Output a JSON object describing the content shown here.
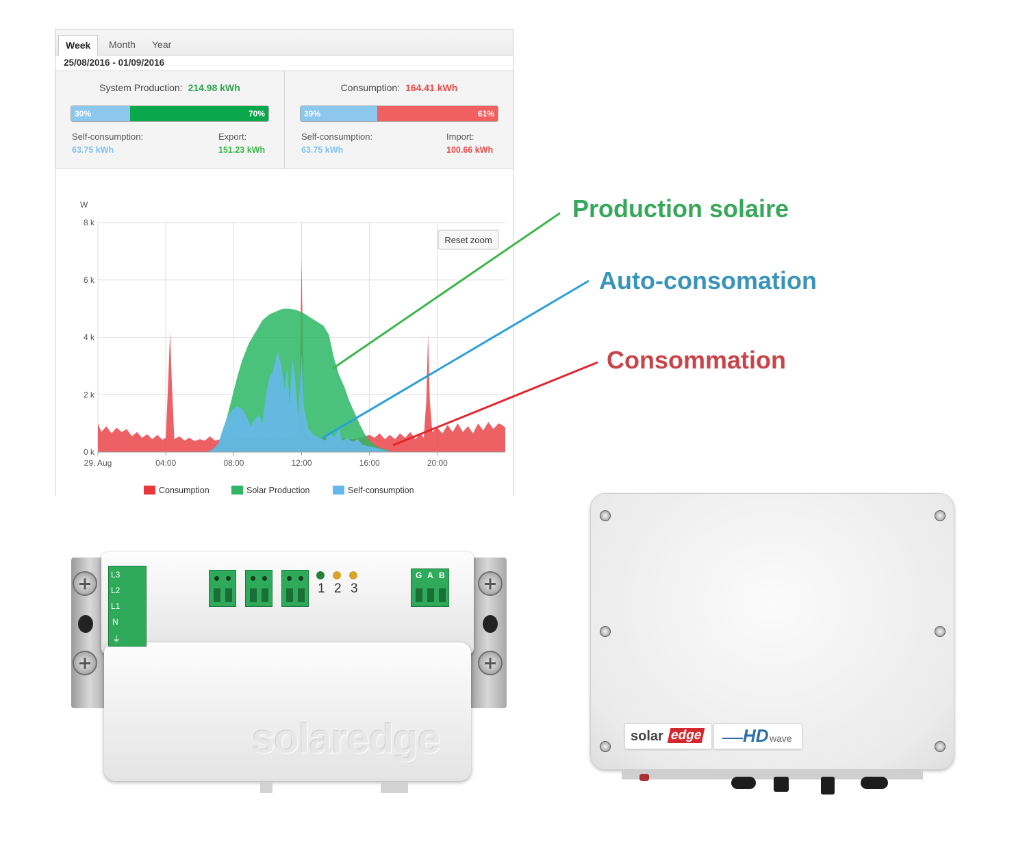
{
  "tabs": [
    {
      "label": "Week",
      "active": true
    },
    {
      "label": "Month",
      "active": false
    },
    {
      "label": "Year",
      "active": false
    }
  ],
  "date_range": "25/08/2016 - 01/09/2016",
  "production": {
    "title": "System Production:",
    "total": "214.98 kWh",
    "bar_left_pct": "30%",
    "bar_right_pct": "70%",
    "self_label": "Self-consumption:",
    "self_value": "63.75 kWh",
    "export_label": "Export:",
    "export_value": "151.23 kWh"
  },
  "consumption": {
    "title": "Consumption:",
    "total": "164.41 kWh",
    "bar_left_pct": "39%",
    "bar_right_pct": "61%",
    "self_label": "Self-consumption:",
    "self_value": "63.75 kWh",
    "import_label": "Import:",
    "import_value": "100.66 kWh"
  },
  "reset_zoom_label": "Reset zoom",
  "colors": {
    "consumption": "#e8383d",
    "solar": "#2cb764",
    "self": "#66b8ea",
    "ann_green": "#37a85a",
    "ann_blue": "#3a94b9",
    "ann_red": "#c94449"
  },
  "annotations": {
    "production": "Production solaire",
    "self": "Auto-consomation",
    "consumption": "Consommation"
  },
  "meter": {
    "terminal_labels": [
      "L3",
      "L2",
      "L1",
      "N",
      "⏚"
    ],
    "led_labels": [
      "1",
      "2",
      "3"
    ],
    "gab_labels": [
      "G",
      "A",
      "B"
    ],
    "brand": "solaredge"
  },
  "inverter": {
    "brand_left": "solar",
    "brand_right": "edge",
    "hd": "HD",
    "wave": "wave"
  },
  "chart_data": {
    "type": "area",
    "ylabel": "W",
    "yticks": [
      "0 k",
      "2 k",
      "4 k",
      "6 k",
      "8 k"
    ],
    "ylim": [
      0,
      8000
    ],
    "xlim": [
      0,
      24
    ],
    "xticks": [
      {
        "h": 0,
        "label": "29. Aug"
      },
      {
        "h": 4,
        "label": "04:00"
      },
      {
        "h": 8,
        "label": "08:00"
      },
      {
        "h": 12,
        "label": "12:00"
      },
      {
        "h": 16,
        "label": "16:00"
      },
      {
        "h": 20,
        "label": "20:00"
      }
    ],
    "grid": true,
    "legend_position": "bottom",
    "series": [
      {
        "name": "Consumption",
        "color": "#e8383d",
        "points": [
          [
            0,
            1000
          ],
          [
            0.2,
            700
          ],
          [
            0.5,
            900
          ],
          [
            0.8,
            650
          ],
          [
            1.1,
            850
          ],
          [
            1.4,
            700
          ],
          [
            1.7,
            800
          ],
          [
            2.0,
            550
          ],
          [
            2.3,
            700
          ],
          [
            2.6,
            500
          ],
          [
            2.9,
            620
          ],
          [
            3.2,
            450
          ],
          [
            3.5,
            600
          ],
          [
            3.8,
            430
          ],
          [
            4.0,
            500
          ],
          [
            4.15,
            2600
          ],
          [
            4.25,
            4200
          ],
          [
            4.35,
            2500
          ],
          [
            4.5,
            450
          ],
          [
            4.8,
            550
          ],
          [
            5.1,
            400
          ],
          [
            5.4,
            500
          ],
          [
            5.7,
            380
          ],
          [
            6.0,
            450
          ],
          [
            6.3,
            400
          ],
          [
            6.6,
            550
          ],
          [
            6.9,
            400
          ],
          [
            7.2,
            450
          ],
          [
            7.5,
            500
          ],
          [
            7.8,
            400
          ],
          [
            8.2,
            500
          ],
          [
            8.6,
            450
          ],
          [
            9.0,
            500
          ],
          [
            9.5,
            450
          ],
          [
            10.0,
            500
          ],
          [
            10.5,
            450
          ],
          [
            11.0,
            500
          ],
          [
            11.5,
            450
          ],
          [
            11.85,
            700
          ],
          [
            12.0,
            6700
          ],
          [
            12.15,
            700
          ],
          [
            12.5,
            500
          ],
          [
            13.0,
            450
          ],
          [
            13.5,
            500
          ],
          [
            14.0,
            450
          ],
          [
            14.5,
            500
          ],
          [
            15.0,
            450
          ],
          [
            15.5,
            500
          ],
          [
            16.0,
            600
          ],
          [
            16.3,
            500
          ],
          [
            16.6,
            650
          ],
          [
            16.9,
            450
          ],
          [
            17.2,
            600
          ],
          [
            17.5,
            450
          ],
          [
            17.8,
            650
          ],
          [
            18.1,
            500
          ],
          [
            18.4,
            700
          ],
          [
            18.7,
            450
          ],
          [
            19.0,
            650
          ],
          [
            19.2,
            500
          ],
          [
            19.35,
            1800
          ],
          [
            19.45,
            4150
          ],
          [
            19.55,
            1800
          ],
          [
            19.7,
            700
          ],
          [
            20.0,
            850
          ],
          [
            20.3,
            650
          ],
          [
            20.6,
            950
          ],
          [
            20.9,
            700
          ],
          [
            21.2,
            1000
          ],
          [
            21.5,
            700
          ],
          [
            21.8,
            900
          ],
          [
            22.1,
            650
          ],
          [
            22.4,
            1000
          ],
          [
            22.7,
            750
          ],
          [
            23.0,
            1050
          ],
          [
            23.3,
            800
          ],
          [
            23.6,
            1000
          ],
          [
            23.8,
            950
          ],
          [
            24.0,
            850
          ]
        ]
      },
      {
        "name": "Solar Production",
        "color": "#2cb764",
        "points": [
          [
            6.4,
            0
          ],
          [
            6.8,
            100
          ],
          [
            7.1,
            300
          ],
          [
            7.3,
            600
          ],
          [
            7.6,
            1200
          ],
          [
            7.9,
            1900
          ],
          [
            8.2,
            2600
          ],
          [
            8.5,
            3200
          ],
          [
            8.9,
            3800
          ],
          [
            9.3,
            4200
          ],
          [
            9.7,
            4600
          ],
          [
            10.1,
            4800
          ],
          [
            10.5,
            4900
          ],
          [
            10.9,
            5000
          ],
          [
            11.3,
            5000
          ],
          [
            11.7,
            4950
          ],
          [
            12.1,
            4850
          ],
          [
            12.5,
            4700
          ],
          [
            12.9,
            4550
          ],
          [
            13.3,
            4400
          ],
          [
            13.6,
            4100
          ],
          [
            13.9,
            3300
          ],
          [
            14.2,
            2700
          ],
          [
            14.5,
            2300
          ],
          [
            14.8,
            1800
          ],
          [
            15.1,
            1400
          ],
          [
            15.4,
            1000
          ],
          [
            15.7,
            650
          ],
          [
            16.0,
            400
          ],
          [
            16.3,
            250
          ],
          [
            16.6,
            150
          ],
          [
            17.0,
            80
          ],
          [
            17.3,
            0
          ]
        ]
      },
      {
        "name": "Self-consumption",
        "color": "#66b8ea",
        "points": [
          [
            6.4,
            0
          ],
          [
            6.8,
            100
          ],
          [
            7.1,
            300
          ],
          [
            7.3,
            700
          ],
          [
            7.6,
            1200
          ],
          [
            7.9,
            1450
          ],
          [
            8.2,
            1600
          ],
          [
            8.5,
            1500
          ],
          [
            8.8,
            1200
          ],
          [
            9.0,
            900
          ],
          [
            9.2,
            1100
          ],
          [
            9.5,
            1300
          ],
          [
            9.7,
            1000
          ],
          [
            9.9,
            2000
          ],
          [
            10.1,
            2600
          ],
          [
            10.3,
            2800
          ],
          [
            10.5,
            3300
          ],
          [
            10.6,
            3500
          ],
          [
            10.8,
            3000
          ],
          [
            11.0,
            2200
          ],
          [
            11.15,
            3000
          ],
          [
            11.3,
            1600
          ],
          [
            11.45,
            3300
          ],
          [
            11.6,
            2700
          ],
          [
            11.8,
            1200
          ],
          [
            12.0,
            3400
          ],
          [
            12.15,
            1500
          ],
          [
            12.4,
            800
          ],
          [
            12.7,
            600
          ],
          [
            13.0,
            500
          ],
          [
            13.4,
            400
          ],
          [
            13.7,
            700
          ],
          [
            13.9,
            500
          ],
          [
            14.2,
            800
          ],
          [
            14.4,
            400
          ],
          [
            14.7,
            500
          ],
          [
            15.0,
            350
          ],
          [
            15.3,
            450
          ],
          [
            15.6,
            250
          ],
          [
            16.0,
            200
          ],
          [
            16.4,
            150
          ],
          [
            16.8,
            80
          ],
          [
            17.3,
            0
          ]
        ]
      }
    ]
  }
}
